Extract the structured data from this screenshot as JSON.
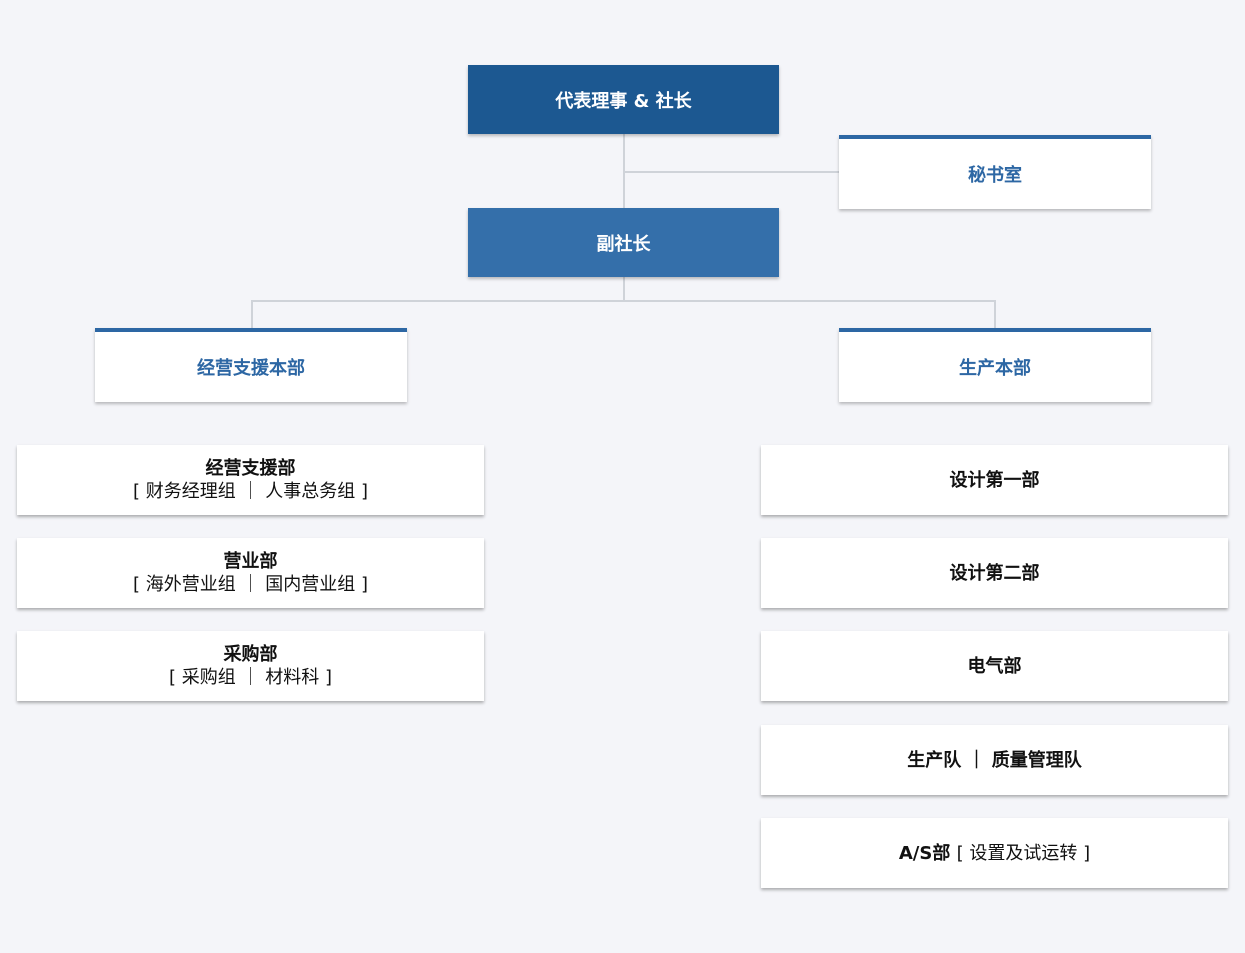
{
  "ceo": "代表理事 & 社长",
  "secretary": "秘书室",
  "vice_president": "副社长",
  "divisions": {
    "management": "经营支援本部",
    "production": "生产本部"
  },
  "left_depts": [
    {
      "title": "经营支援部",
      "sub": "[ 财务经理组 ｜ 人事总务组 ]"
    },
    {
      "title": "营业部",
      "sub": "[ 海外营业组 ｜ 国内营业组 ]"
    },
    {
      "title": "采购部",
      "sub": "[ 采购组 ｜ 材料科 ]"
    }
  ],
  "right_depts": [
    {
      "title": "设计第一部",
      "sub": ""
    },
    {
      "title": "设计第二部",
      "sub": ""
    },
    {
      "title": "电气部",
      "sub": ""
    },
    {
      "title": "生产队 ｜ 质量管理队",
      "sub": ""
    },
    {
      "title": "A/S部",
      "sub": "[ 设置及试运转 ]"
    }
  ]
}
